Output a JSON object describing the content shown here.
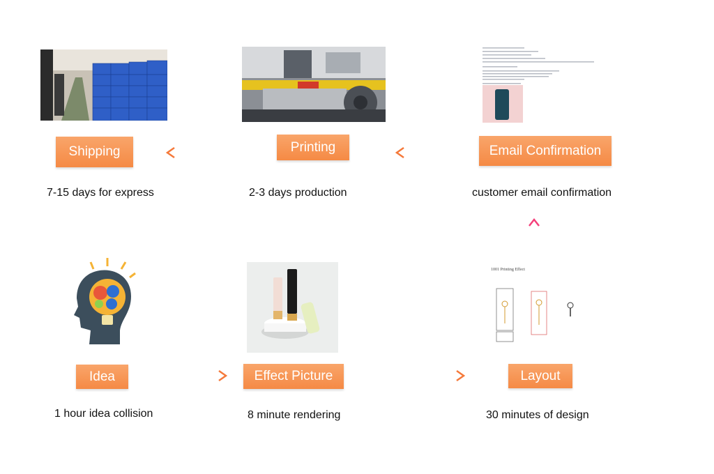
{
  "steps": {
    "shipping": {
      "label": "Shipping",
      "caption": "7-15 days for express"
    },
    "printing": {
      "label": "Printing",
      "caption": "2-3 days production"
    },
    "email": {
      "label": "Email Confirmation",
      "caption": "customer email confirmation"
    },
    "idea": {
      "label": "Idea",
      "caption": "1 hour idea collision"
    },
    "effect": {
      "label": "Effect Picture",
      "caption": "8 minute rendering"
    },
    "layout": {
      "label": "Layout",
      "caption": "30 minutes of design",
      "sheet_title": "1001 Printing Effect"
    }
  },
  "colors": {
    "label_bg": "#f58a45",
    "arrow_pink": "#f43fa5",
    "arrow_orange": "#f5793a"
  }
}
